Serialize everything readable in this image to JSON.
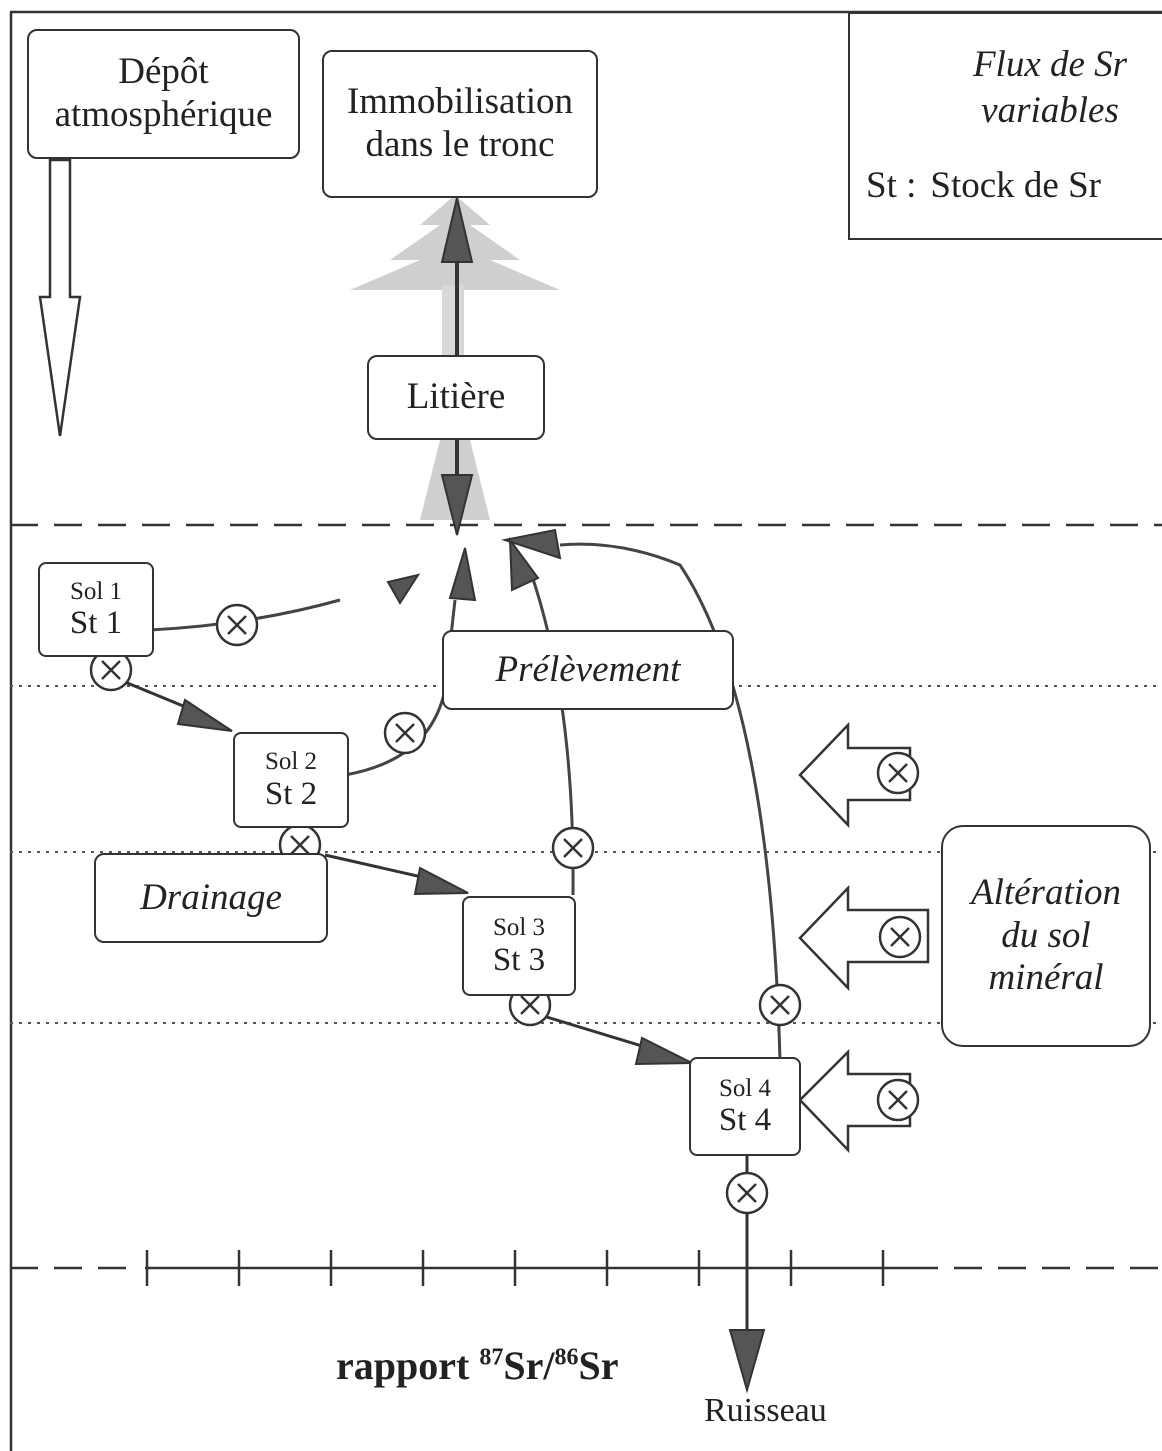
{
  "boxes": {
    "depot": "Dépôt atmosphérique",
    "depot_l1": "Dépôt",
    "depot_l2": "atmosphérique",
    "immobilisation_l1": "Immobilisation",
    "immobilisation_l2": "dans le tronc",
    "litiere": "Litière",
    "prelevement": "Prélèvement",
    "drainage": "Drainage",
    "alteration_l1": "Altération",
    "alteration_l2": "du sol",
    "alteration_l3": "minéral"
  },
  "soils": [
    {
      "label": "Sol 1",
      "stock": "St 1"
    },
    {
      "label": "Sol 2",
      "stock": "St 2"
    },
    {
      "label": "Sol 3",
      "stock": "St 3"
    },
    {
      "label": "Sol 4",
      "stock": "St 4"
    }
  ],
  "legend": {
    "flux_l1": "Flux de Sr",
    "flux_l2": "variables",
    "stock_key": "St :",
    "stock_desc": "Stock de Sr"
  },
  "axis": {
    "ratio_word": "rapport",
    "iso1": "87",
    "iso2": "86",
    "sr": "Sr",
    "sep": "/"
  },
  "outlet": "Ruisseau",
  "colors": {
    "ink": "#333333",
    "arrow_fill": "#555555",
    "tree": "#c8c8c8"
  }
}
